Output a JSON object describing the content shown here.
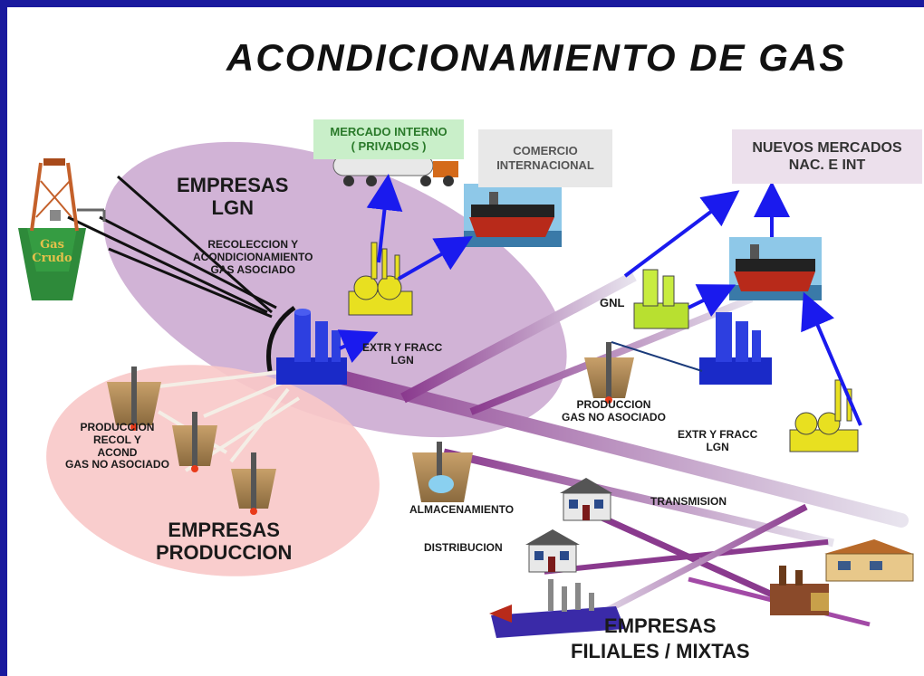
{
  "title": "ACONDICIONAMIENTO DE GAS",
  "labels": {
    "gas_crudo_1": "Gas",
    "gas_crudo_2": "Crudo",
    "empresas_lgn_1": "EMPRESAS",
    "empresas_lgn_2": "LGN",
    "recoleccion_1": "RECOLECCION Y",
    "recoleccion_2": "ACONDICIONAMIENTO",
    "recoleccion_3": "GAS ASOCIADO",
    "mercado_interno_1": "MERCADO INTERNO",
    "mercado_interno_2": "( PRIVADOS )",
    "comercio_1": "COMERCIO",
    "comercio_2": "INTERNACIONAL",
    "nuevos_mercados_1": "NUEVOS MERCADOS",
    "nuevos_mercados_2": "NAC. E INT",
    "extr_fracc_1": "EXTR Y FRACC",
    "extr_fracc_2": "LGN",
    "gnl": "GNL",
    "produccion_gna_1": "PRODUCCION",
    "produccion_gna_2": "GAS NO ASOCIADO",
    "extr_fracc_right_1": "EXTR Y FRACC",
    "extr_fracc_right_2": "LGN",
    "produccion_recol_1": "PRODUCCION",
    "produccion_recol_2": "RECOL Y",
    "produccion_recol_3": "ACOND",
    "produccion_recol_4": "GAS NO ASOCIADO",
    "empresas_produccion_1": "EMPRESAS",
    "empresas_produccion_2": "PRODUCCION",
    "almacenamiento": "ALMACENAMIENTO",
    "transmision": "TRANSMISION",
    "distribucion": "DISTRIBUCION",
    "empresas_filiales_1": "EMPRESAS",
    "empresas_filiales_2": "FILIALES /  MIXTAS"
  },
  "colors": {
    "border": "#1a1a9e",
    "lgn_region": "#c9a6cf",
    "produccion_region": "#f8c8c8",
    "mercado_box": "#c9efc9",
    "comercio_box": "#e8e8e8",
    "nuevos_box": "#ece0ec",
    "arrow": "#1a1aee",
    "pipeline": "#8a3a8e",
    "plant_yellow": "#e8e020",
    "plant_blue": "#1a2ac8"
  }
}
